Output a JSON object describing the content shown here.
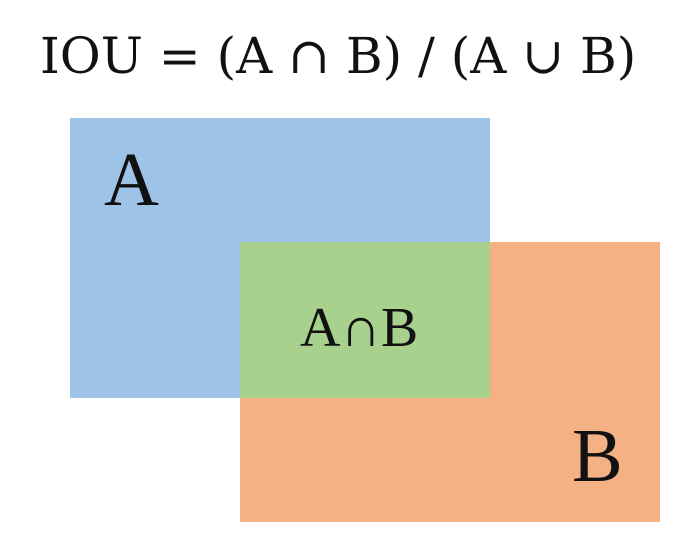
{
  "formula": {
    "text": "IOU = (A ∩ B) / (A ∪ B)"
  },
  "regions": {
    "a": {
      "label": "A",
      "color": "#9dc3e6"
    },
    "b": {
      "label": "B",
      "color": "#f4b183"
    },
    "intersection": {
      "label": "A∩B",
      "color": "#a9d18e"
    }
  }
}
